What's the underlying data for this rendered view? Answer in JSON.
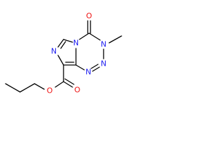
{
  "molecule": {
    "atoms": {
      "o_ketone": "O",
      "n3": "N",
      "methyl": "",
      "n_bridge": "N",
      "n_imid": "N",
      "n_triazine_left": "N",
      "n_triazine_right": "N",
      "o_ester_carbonyl": "O",
      "o_ester_ether": "O"
    }
  },
  "colors": {
    "bond": "#000000",
    "nitrogen": "#1f1ff0",
    "oxygen": "#ee1111",
    "background": "#ffffff"
  }
}
